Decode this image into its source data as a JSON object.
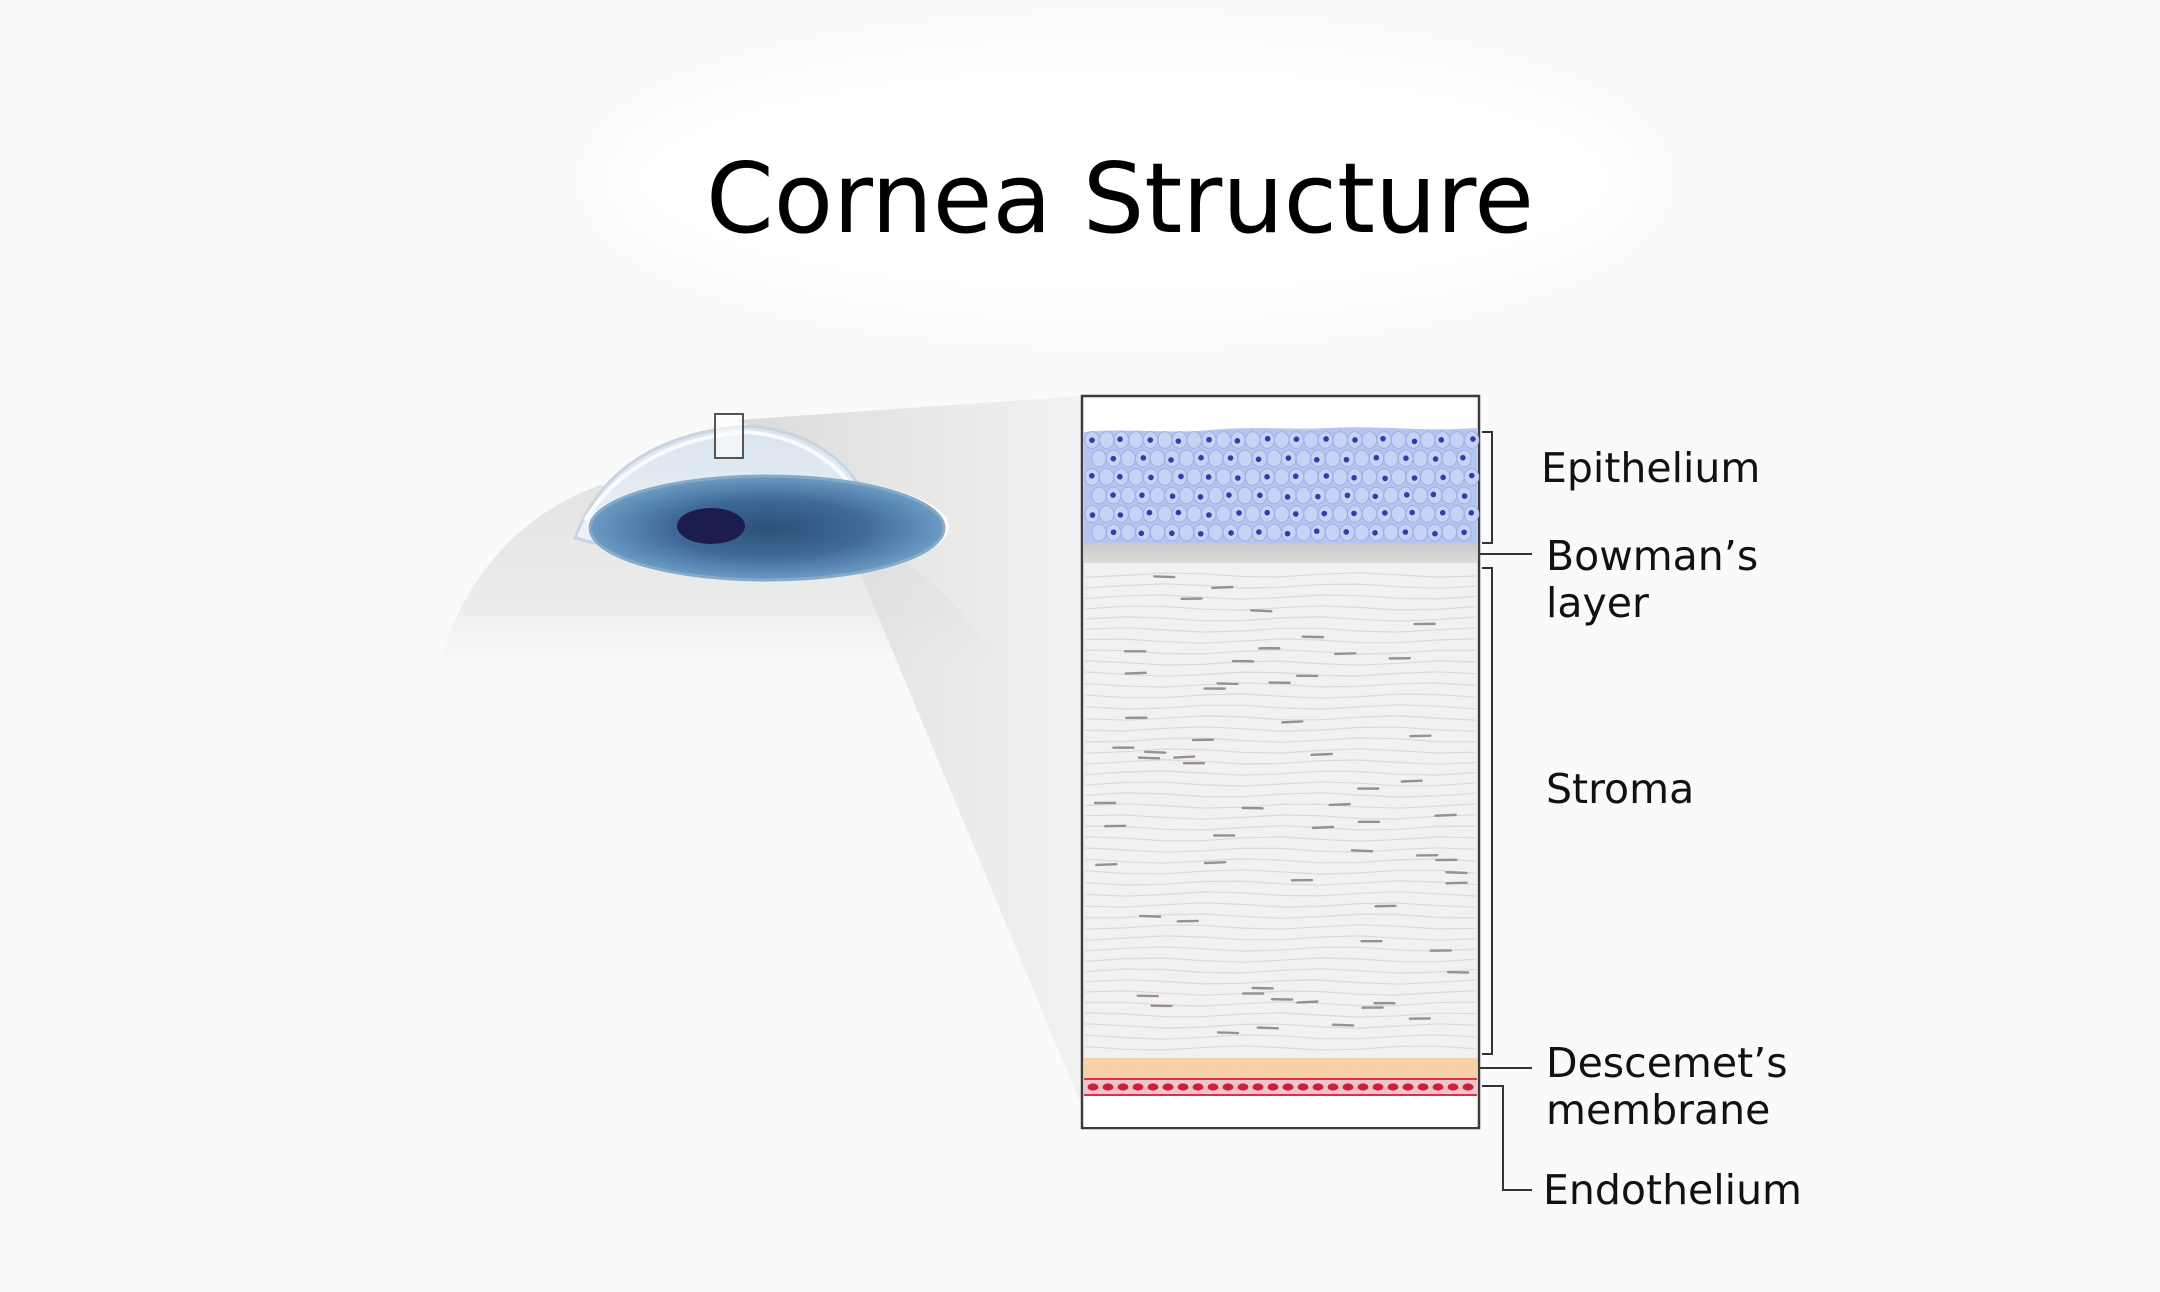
{
  "title": "Cornea Structure",
  "labels": {
    "epithelium": "Epithelium",
    "bowmans_line1": "Bowman’s",
    "bowmans_line2": "layer",
    "stroma": "Stroma",
    "descemets_line1": "Descemet’s",
    "descemets_line2": "membrane",
    "endothelium": "Endothelium"
  },
  "colors": {
    "epithelium_fill": "#b6c5ee",
    "epithelium_nuclei": "#2d3fa8",
    "bowmans_fill": "#cfcfcf",
    "stroma_fill": "#f1f1f1",
    "descemets_fill": "#f6d2a6",
    "endothelium_fill": "#f1c4cb",
    "endothelium_nuclei": "#cc1f3c",
    "iris": "#4f7faa",
    "pupil": "#1a1d4e",
    "frame": "#3c3c3c"
  }
}
